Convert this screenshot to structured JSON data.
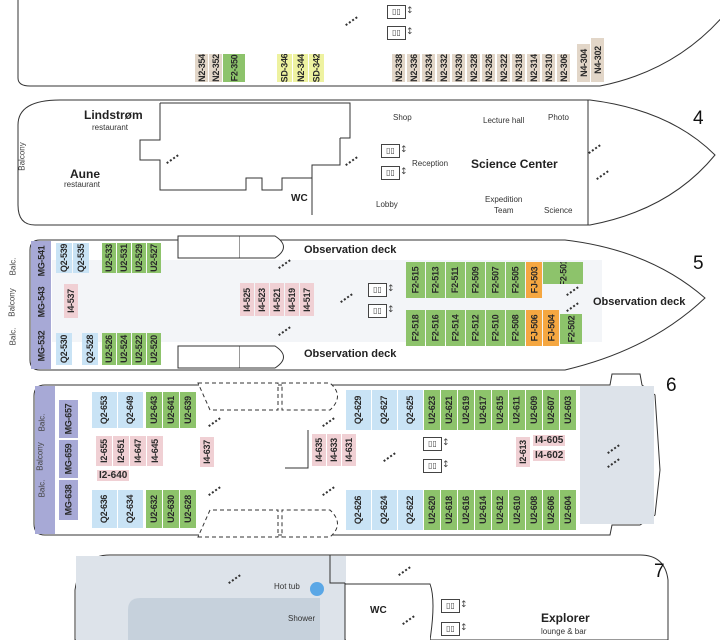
{
  "colors": {
    "purple": "#a7a9d6",
    "blue": "#c9e3f5",
    "green": "#8dc36b",
    "pink": "#f0d0d4",
    "tan": "#e2d6c8",
    "yellow": "#eef2a0",
    "orange": "#f5a741",
    "grey_area": "#dde3ea"
  },
  "deck3": {
    "cabins_tan_left": [
      "N2-354",
      "N2-352"
    ],
    "cabin_green": "F2-350",
    "cabins_yellow": [
      "SD-346",
      "N2-344",
      "SD-342"
    ],
    "cabins_tan_right": [
      "N2-338",
      "N2-336",
      "N2-334",
      "N2-332",
      "N2-330",
      "N2-328",
      "N2-326",
      "N2-322",
      "N2-318",
      "N2-314",
      "N2-310",
      "N2-306"
    ],
    "cabins_end": [
      "N4-304",
      "N4-302"
    ]
  },
  "deck4": {
    "number": "4",
    "lindstrom": "Lindstrøm",
    "lindstrom_sub": "restaurant",
    "aune": "Aune",
    "aune_sub": "restaurant",
    "balcony": "Balcony",
    "wc": "WC",
    "shop": "Shop",
    "lecture": "Lecture hall",
    "photo": "Photo",
    "reception": "Reception",
    "science": "Science Center",
    "lobby": "Lobby",
    "expedition": "Expedition",
    "team": "Team",
    "science_small": "Science"
  },
  "deck5": {
    "number": "5",
    "obs_top": "Observation deck",
    "obs_bottom": "Observation deck",
    "obs_bow": "Observation deck",
    "balc1": "Balc.",
    "balcony": "Balcony",
    "balc2": "Balc.",
    "purple": [
      "MG-541",
      "MG-543",
      "MG-532"
    ],
    "blue_top": [
      "Q2-539",
      "Q2-535"
    ],
    "green_top": [
      "U2-533",
      "U2-531",
      "U2-529",
      "U2-527"
    ],
    "pink_single": "I4-537",
    "pink_mid": [
      "I4-525",
      "I4-523",
      "I4-521",
      "I4-519",
      "I4-517"
    ],
    "blue_bot": [
      "Q2-530"
    ],
    "blue_bot2": [
      "Q2-528"
    ],
    "green_bot": [
      "U2-526",
      "U2-524",
      "U2-522",
      "U2-520"
    ],
    "fwd_top_green": [
      "F2-515",
      "F2-513",
      "F2-511",
      "F2-509",
      "F2-507",
      "F2-505"
    ],
    "fwd_top_orange": "FJ-503",
    "fwd_top_end": "F2-501",
    "fwd_bot_green": [
      "F2-518",
      "F2-516",
      "F2-514",
      "F2-512",
      "F2-510",
      "F2-508"
    ],
    "fwd_bot_orange": [
      "FJ-506",
      "FJ-504"
    ],
    "fwd_bot_end": "F2-502"
  },
  "deck6": {
    "number": "6",
    "balc1": "Balc.",
    "balcony": "Balcony",
    "balc2": "Balc.",
    "purple": [
      "MG-657",
      "MG-659",
      "MG-638"
    ],
    "blue_top": [
      "Q2-653",
      "Q2-649"
    ],
    "green_top": [
      "U2-643",
      "U2-641",
      "U2-639"
    ],
    "pink_left": [
      "I2-655",
      "I2-651",
      "I4-647",
      "I4-645"
    ],
    "pink_left_h": "I2-640",
    "pink_637": "I4-637",
    "pink_mid": [
      "I4-635",
      "I4-633",
      "I4-631"
    ],
    "blue_bot": [
      "Q2-636",
      "Q2-634"
    ],
    "green_bot": [
      "U2-632",
      "U2-630",
      "U2-628"
    ],
    "blue_fwd_top": [
      "Q2-629",
      "Q2-627",
      "Q2-625"
    ],
    "green_fwd_top": [
      "U2-623",
      "U2-621",
      "U2-619",
      "U2-617",
      "U2-615",
      "U2-611",
      "U2-609",
      "U2-607",
      "U2-603"
    ],
    "pink_fwd_v": "I2-613",
    "pink_fwd_h": [
      "I4-605",
      "I4-602"
    ],
    "blue_fwd_bot": [
      "Q2-626",
      "Q2-624",
      "Q2-622"
    ],
    "green_fwd_bot": [
      "U2-620",
      "U2-618",
      "U2-616",
      "U2-614",
      "U2-612",
      "U2-610",
      "U2-608",
      "U2-606",
      "U2-604"
    ]
  },
  "deck7": {
    "number": "7",
    "hottub": "Hot tub",
    "shower": "Shower",
    "wc": "WC",
    "explorer": "Explorer",
    "explorer_sub": "lounge & bar"
  },
  "icons": {
    "lift": "elevator-icon",
    "stairs": "stairs-icon",
    "hottub": "hot-tub-icon"
  }
}
